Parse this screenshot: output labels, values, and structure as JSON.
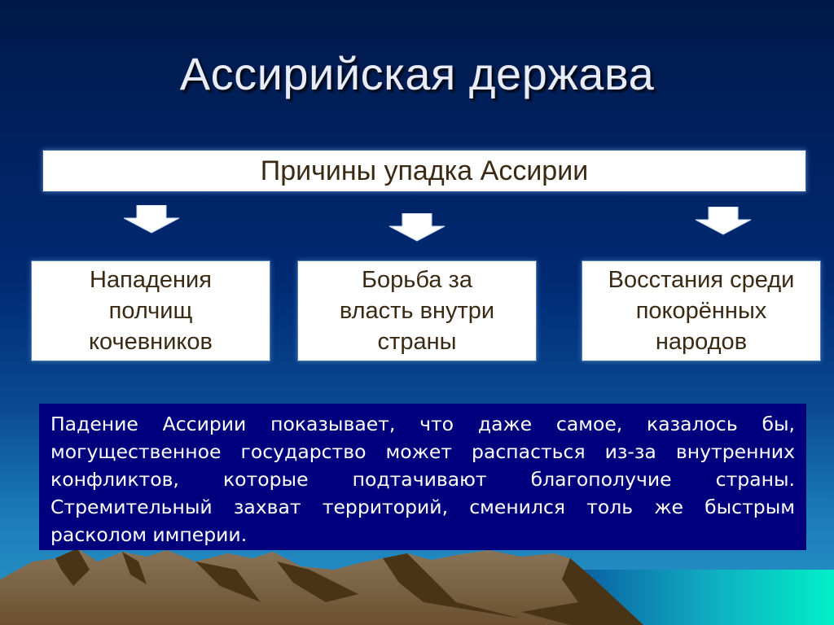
{
  "slide": {
    "title": "Ассирийская держава",
    "header": "Причины упадка Ассирии",
    "causes": [
      {
        "label": "Нападения полчищ кочевников",
        "lines": [
          "Нападения",
          "полчищ",
          "кочевников"
        ]
      },
      {
        "label": "Борьба за власть внутри страны",
        "lines": [
          "Борьба за",
          "власть внутри",
          "страны"
        ]
      },
      {
        "label": "Восстания среди покорённых народов",
        "lines": [
          "Восстания среди",
          "покорённых",
          "народов"
        ]
      }
    ],
    "conclusion": "Падение Ассирии показывает, что даже самое, казалось бы, могущественное государство может распасться из-за внутренних конфликтов, которые подтачивают благополучие страны. Стремительный захват территорий, сменился толь же быстрым расколом империи.",
    "icons": [
      "arrow-down-icon",
      "arrow-down-icon",
      "arrow-down-icon"
    ],
    "colors": {
      "background_top": "#001848",
      "background_bottom": "#2a9ac8",
      "title_text": "#e8ecf8",
      "box_text": "#3a2a14",
      "conclusion_bg": "#00007e",
      "mountain": "#7a6448",
      "mountain_shadow": "#4a3418",
      "sea": "#00e8c8"
    }
  }
}
